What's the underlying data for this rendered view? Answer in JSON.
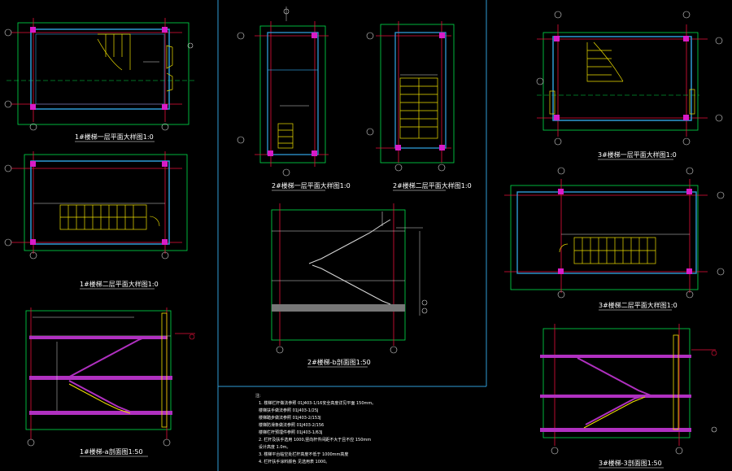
{
  "colors": {
    "background": "#000000",
    "frame": "#2f9bd6",
    "wall": "#00e04a",
    "axis": "#e8103a",
    "stair": "#f0e000",
    "dimension": "#d8d8d8",
    "column": "#d81cc8",
    "section_band": "#b030c0",
    "earth": "#c8c8c8"
  },
  "drawings": [
    {
      "id": "stair1-floor1-plan",
      "title": "1#楼梯一层平面大样图1:0"
    },
    {
      "id": "stair1-floor2-plan",
      "title": "1#楼梯二层平面大样图1:0"
    },
    {
      "id": "stair1-section",
      "title": "1#楼梯-a剖面图1:50"
    },
    {
      "id": "stair2-floor1-plan",
      "title": "2#楼梯一层平面大样图1:0"
    },
    {
      "id": "stair2-floor2-plan",
      "title": "2#楼梯二层平面大样图1:0"
    },
    {
      "id": "stair2-section",
      "title": "2#楼梯-b剖面图1:50"
    },
    {
      "id": "stair3-floor1-plan",
      "title": "3#楼梯一层平面大样图1:0"
    },
    {
      "id": "stair3-floor2-plan",
      "title": "3#楼梯二层平面大样图1:0"
    },
    {
      "id": "stair3-section",
      "title": "3#楼梯-3剖面图1:50"
    }
  ],
  "notes": {
    "heading": "注:",
    "lines": [
      "1. 楼梯栏杆做法参照    01J403-1/16安全高度详见平面    150mm。",
      "   楼梯扶手做法参照    01J403-1/25J",
      "   楼梯踏步做法参照    01J403-2/153J",
      "   楼梯防滑条做法参照    01J403-2/156",
      "   楼梯栏杆预埋件参照    01J403-1/63J",
      "2. 栏杆及扶手选用    1000,竖向杆件间距不大于且不应    150mm",
      "   设计高度  1.0m。",
      "3. 楼梯平台临空处栏杆高度不低于    1000mm高度",
      "4. 栏杆扶手涂料颜色  见选用表    1000。"
    ]
  }
}
